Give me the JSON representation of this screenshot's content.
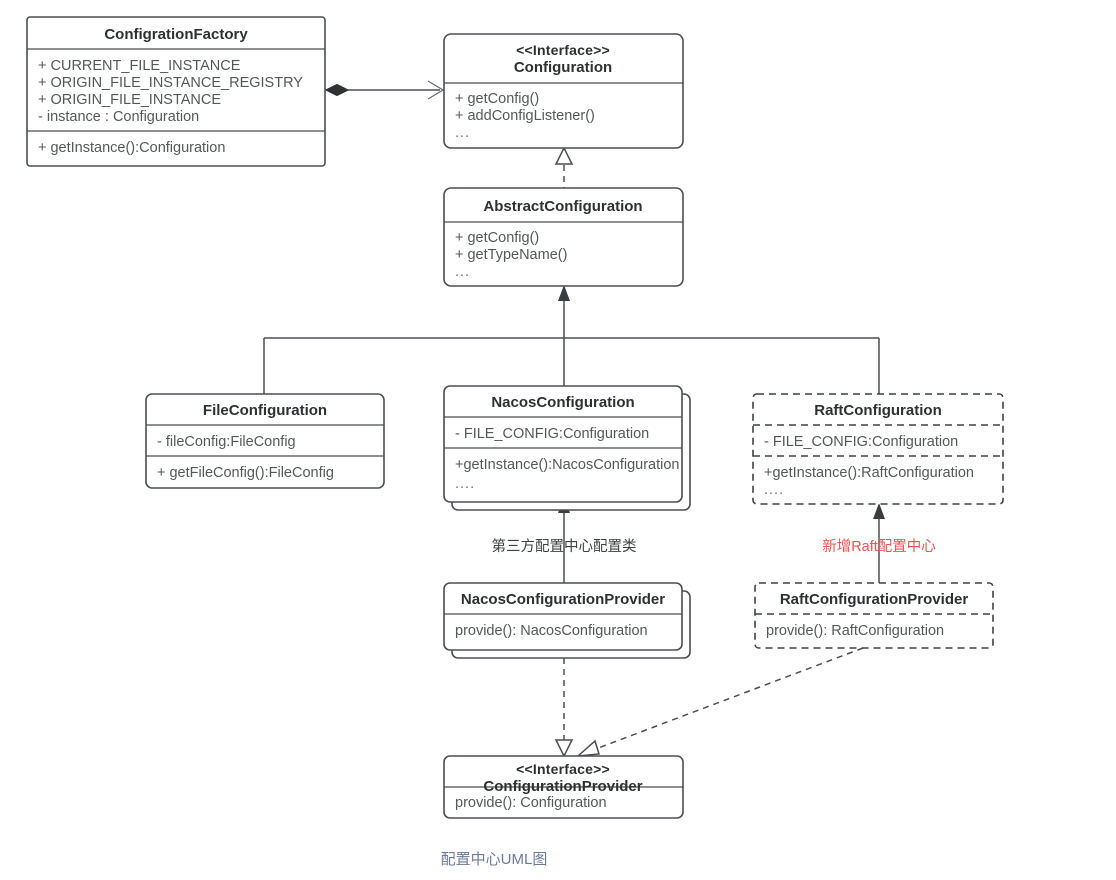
{
  "diagram": {
    "caption": "配置中心UML图",
    "colors": {
      "stroke": "#4b4e53",
      "text": "#55585a",
      "title": "#2e3133",
      "note_red": "#ef5350",
      "caption": "#6b7b99",
      "background": "#ffffff"
    },
    "notes": [
      {
        "id": "note-nacos",
        "text": "第三方配置中心配置类",
        "color": "#3f4245"
      },
      {
        "id": "note-raft",
        "text": "新增Raft配置中心",
        "color": "#ef5350"
      }
    ],
    "classes": [
      {
        "id": "configration-factory",
        "name": "ConfigrationFactory",
        "stereotype": "",
        "style": "solid",
        "stacked": false,
        "attributes": [
          "+ CURRENT_FILE_INSTANCE",
          "+ ORIGIN_FILE_INSTANCE_REGISTRY",
          "+ ORIGIN_FILE_INSTANCE",
          "- instance : Configuration"
        ],
        "methods": [
          "+ getInstance():Configuration"
        ]
      },
      {
        "id": "configuration",
        "name": "Configuration",
        "stereotype": "<<Interface>>",
        "style": "solid",
        "stacked": false,
        "attributes": [],
        "methods": [
          "+ getConfig()",
          "+ addConfigListener()",
          "..."
        ]
      },
      {
        "id": "abstract-configuration",
        "name": "AbstractConfiguration",
        "stereotype": "",
        "style": "solid",
        "stacked": false,
        "attributes": [],
        "methods": [
          "+ getConfig()",
          "+ getTypeName()",
          "..."
        ]
      },
      {
        "id": "file-configuration",
        "name": "FileConfiguration",
        "stereotype": "",
        "style": "solid",
        "stacked": false,
        "attributes": [
          "- fileConfig:FileConfig"
        ],
        "methods": [
          "+ getFileConfig():FileConfig"
        ]
      },
      {
        "id": "nacos-configuration",
        "name": "NacosConfiguration",
        "stereotype": "",
        "style": "solid",
        "stacked": true,
        "attributes": [
          "- FILE_CONFIG:Configuration"
        ],
        "methods": [
          "+getInstance():NacosConfiguration",
          "...."
        ]
      },
      {
        "id": "raft-configuration",
        "name": "RaftConfiguration",
        "stereotype": "",
        "style": "dashed",
        "stacked": false,
        "attributes": [
          "- FILE_CONFIG:Configuration"
        ],
        "methods": [
          "+getInstance():RaftConfiguration",
          "...."
        ]
      },
      {
        "id": "nacos-configuration-provider",
        "name": "NacosConfigurationProvider",
        "stereotype": "",
        "style": "solid",
        "stacked": true,
        "attributes": [],
        "methods": [
          "provide():  NacosConfiguration"
        ]
      },
      {
        "id": "raft-configuration-provider",
        "name": "RaftConfigurationProvider",
        "stereotype": "",
        "style": "dashed",
        "stacked": false,
        "attributes": [],
        "methods": [
          "provide():  RaftConfiguration"
        ]
      },
      {
        "id": "configuration-provider",
        "name": "ConfigurationProvider",
        "stereotype": "<<Interface>>",
        "style": "solid",
        "stacked": false,
        "attributes": [],
        "methods": [
          "provide():  Configuration"
        ]
      }
    ],
    "relations": [
      {
        "id": "factory-to-configuration",
        "type": "composition-directed",
        "from": "configration-factory",
        "to": "configuration"
      },
      {
        "id": "abstract-realizes-configuration",
        "type": "realization",
        "from": "abstract-configuration",
        "to": "configuration"
      },
      {
        "id": "file-extends-abstract",
        "type": "generalization",
        "from": "file-configuration",
        "to": "abstract-configuration"
      },
      {
        "id": "nacos-extends-abstract",
        "type": "generalization",
        "from": "nacos-configuration",
        "to": "abstract-configuration"
      },
      {
        "id": "raft-extends-abstract",
        "type": "generalization",
        "from": "raft-configuration",
        "to": "abstract-configuration"
      },
      {
        "id": "nacos-provider-to-nacos",
        "type": "generalization",
        "from": "nacos-configuration-provider",
        "to": "nacos-configuration"
      },
      {
        "id": "raft-provider-to-raft",
        "type": "generalization",
        "from": "raft-configuration-provider",
        "to": "raft-configuration"
      },
      {
        "id": "nacos-provider-realizes-provider",
        "type": "realization",
        "from": "nacos-configuration-provider",
        "to": "configuration-provider"
      },
      {
        "id": "raft-provider-realizes-provider",
        "type": "realization",
        "from": "raft-configuration-provider",
        "to": "configuration-provider"
      }
    ]
  }
}
